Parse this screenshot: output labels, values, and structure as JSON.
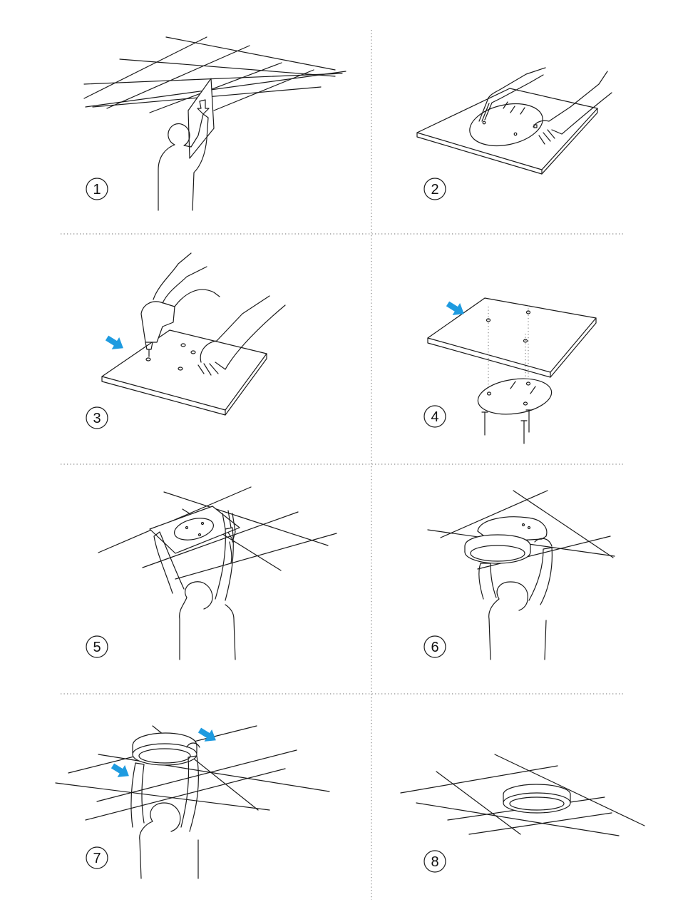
{
  "steps": [
    {
      "number": "1"
    },
    {
      "number": "2"
    },
    {
      "number": "3"
    },
    {
      "number": "4"
    },
    {
      "number": "5"
    },
    {
      "number": "6"
    },
    {
      "number": "7"
    },
    {
      "number": "8"
    }
  ],
  "colors": {
    "line": "#1a1a1a",
    "arrow": "#1e9be0",
    "divider": "#8a8a8a"
  }
}
